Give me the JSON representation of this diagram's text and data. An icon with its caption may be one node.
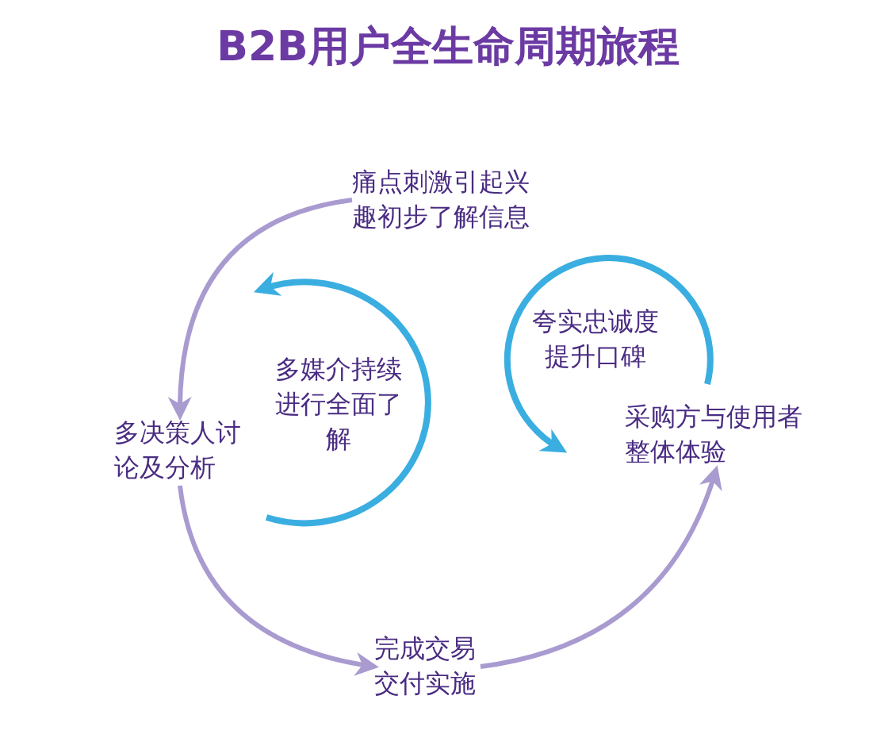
{
  "diagram": {
    "title": "B2B用户全生命周期旅程",
    "nodes": [
      {
        "text": [
          "痛点刺激引起兴趣初步了解信息"
        ]
      },
      {
        "text": [
          "多决策人讨论及分析"
        ]
      },
      {
        "text": [
          "完成交易交付实施"
        ]
      },
      {
        "text": [
          "采购方与使用者整体体验"
        ]
      }
    ],
    "edges": [
      {
        "from": 0,
        "to": 1,
        "arrow": "to"
      },
      {
        "from": 1,
        "to": 2,
        "arrow": "to"
      },
      {
        "from": 2,
        "to": 3,
        "arrow": "to"
      }
    ],
    "labels": [
      "多媒介持续进行全面了解",
      "夸实忠诚度提升口碑"
    ]
  }
}
